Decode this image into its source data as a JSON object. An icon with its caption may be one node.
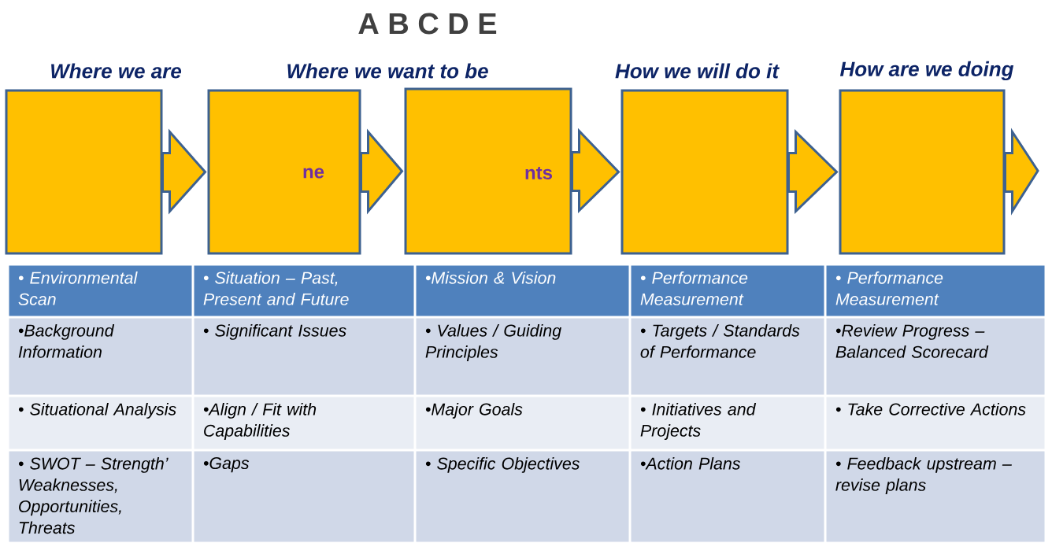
{
  "diagram": {
    "title": "A B C D E",
    "nodes": [
      {
        "text": [
          "Where we are"
        ]
      },
      {
        "text": [
          "ne"
        ]
      },
      {
        "text": [
          "nts"
        ]
      },
      {
        "text": [
          "How we will do it"
        ]
      },
      {
        "text": [
          "How are we doing"
        ]
      }
    ],
    "edges": [
      {
        "from": 0,
        "to": 1,
        "arrow": "to"
      },
      {
        "from": 1,
        "to": 2,
        "arrow": "to"
      },
      {
        "from": 2,
        "to": 3,
        "arrow": "to"
      },
      {
        "from": 3,
        "to": 4,
        "arrow": "to"
      },
      {
        "from": 4,
        "to": null,
        "arrow": "to"
      }
    ],
    "labels": [
      "Where we want to be",
      "• Environmental Scan",
      "• Situation – Past, Present and Future",
      "•Mission & Vision",
      "• Performance Measurement",
      "• Performance Measurement",
      "•Background Information",
      "• Significant Issues",
      "• Values / Guiding Principles",
      "• Targets / Standards of Performance",
      "•Review Progress – Balanced Scorecard",
      "• Situational Analysis",
      "•Align / Fit with Capabilities",
      "•Major Goals",
      "• Initiatives and Projects",
      "• Take Corrective Actions",
      "• SWOT – Strength’ Weaknesses, Opportunities, Threats",
      "•Gaps",
      "• Specific Objectives",
      "•Action Plans",
      "• Feedback upstream – revise plans"
    ]
  }
}
